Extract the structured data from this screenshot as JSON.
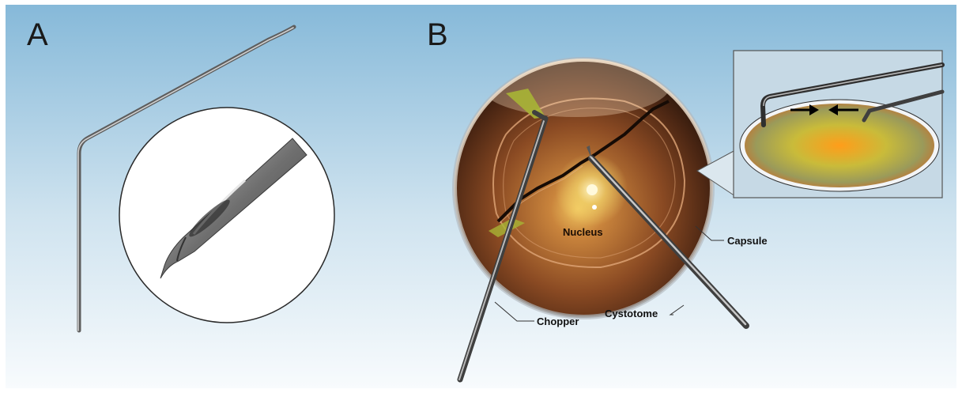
{
  "panels": {
    "a": {
      "letter": "A"
    },
    "b": {
      "letter": "B"
    }
  },
  "labels": {
    "nucleus": "Nucleus",
    "capsule": "Capsule",
    "chopper": "Chopper",
    "cystotome": "Cystotome"
  },
  "colors": {
    "background_top": "#8fbedb",
    "background_bottom": "#f7fbfd",
    "instrument_steel": "#7d7d7d",
    "lens_orange": "#c8692a",
    "lens_green": "#b9c83c",
    "arrow": "#000000"
  }
}
